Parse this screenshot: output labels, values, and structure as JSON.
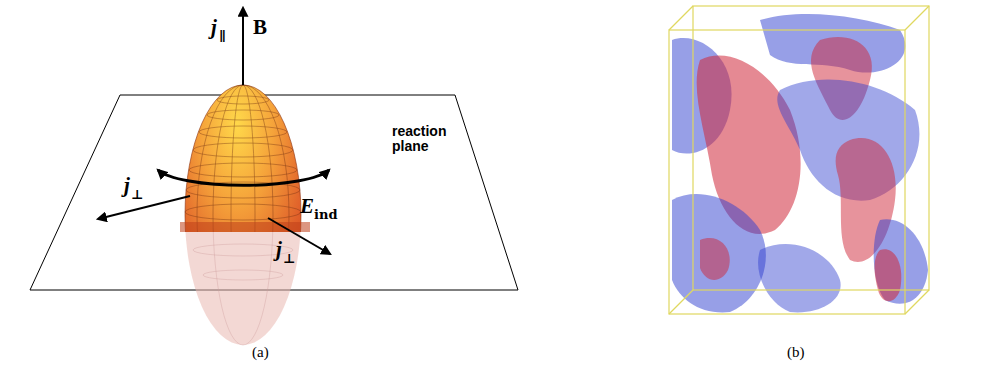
{
  "diagram": {
    "labels": [
      "j",
      "∥",
      "B",
      "E",
      "ind",
      "j",
      "⊥",
      "j",
      "⊥",
      "reaction plane",
      "(a)",
      "(b)"
    ]
  }
}
